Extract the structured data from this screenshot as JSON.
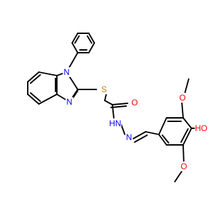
{
  "structure": {
    "atoms": [
      {
        "name": "n-imidazole-1",
        "text": "N",
        "color": "#0000ff"
      },
      {
        "name": "n-imidazole-3",
        "text": "N",
        "color": "#0000ff"
      },
      {
        "name": "sulfur",
        "text": "S",
        "color": "#b8860b"
      },
      {
        "name": "carbonyl-oxygen",
        "text": "O",
        "color": "#ff0000"
      },
      {
        "name": "hydrazide-nh",
        "text": "HN",
        "color": "#0000ff"
      },
      {
        "name": "imine-n",
        "text": "N",
        "color": "#0000ff"
      },
      {
        "name": "methoxy-oxygen-top",
        "text": "O",
        "color": "#ff0000"
      },
      {
        "name": "hydroxyl",
        "text": "HO",
        "color": "#ff0000"
      },
      {
        "name": "methoxy-oxygen-bottom",
        "text": "O",
        "color": "#ff0000"
      }
    ]
  }
}
